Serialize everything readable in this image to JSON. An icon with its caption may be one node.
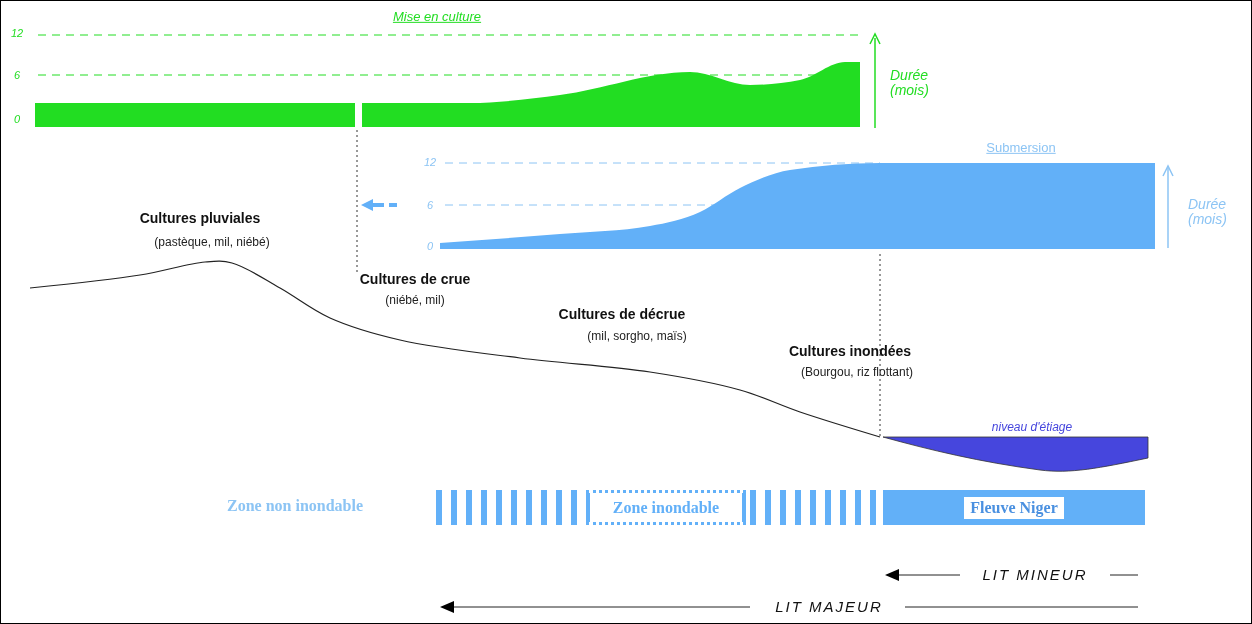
{
  "diagram": {
    "nodes": [
      {
        "text": [
          "Zone inondable"
        ]
      },
      {
        "text": [
          "Fleuve Niger"
        ]
      }
    ],
    "labels": [
      "Mise en culture",
      "12",
      "6",
      "0",
      "Durée (mois)",
      "Submersion",
      "12",
      "6",
      "0",
      "Durée (mois)",
      "Cultures pluviales",
      "(pastèque, mil, niébé)",
      "Cultures de crue",
      "(niébé, mil)",
      "Cultures de décrue",
      "(mil, sorgho, maïs)",
      "Cultures inondées",
      "(Bourgou, riz flottant)",
      "niveau d'étiage",
      "Zone non inondable",
      "LIT MINEUR",
      "LIT MAJEUR"
    ]
  }
}
